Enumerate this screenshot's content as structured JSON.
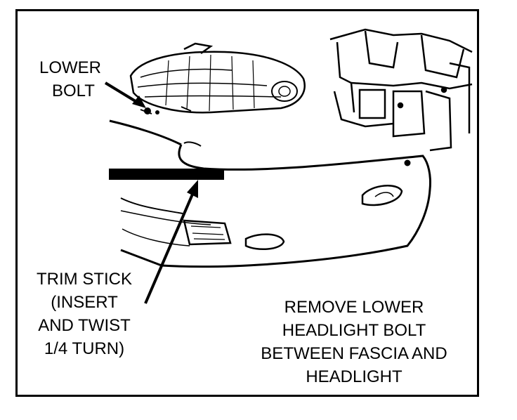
{
  "labels": {
    "lower_bolt_line1": "LOWER",
    "lower_bolt_line2": "BOLT",
    "trim_stick_line1": "TRIM STICK",
    "trim_stick_line2": "(INSERT",
    "trim_stick_line3": "AND TWIST",
    "trim_stick_line4": "1/4 TURN)",
    "note_line1": "REMOVE LOWER",
    "note_line2": "HEADLIGHT BOLT",
    "note_line3": "BETWEEN FASCIA AND",
    "note_line4": "HEADLIGHT"
  }
}
